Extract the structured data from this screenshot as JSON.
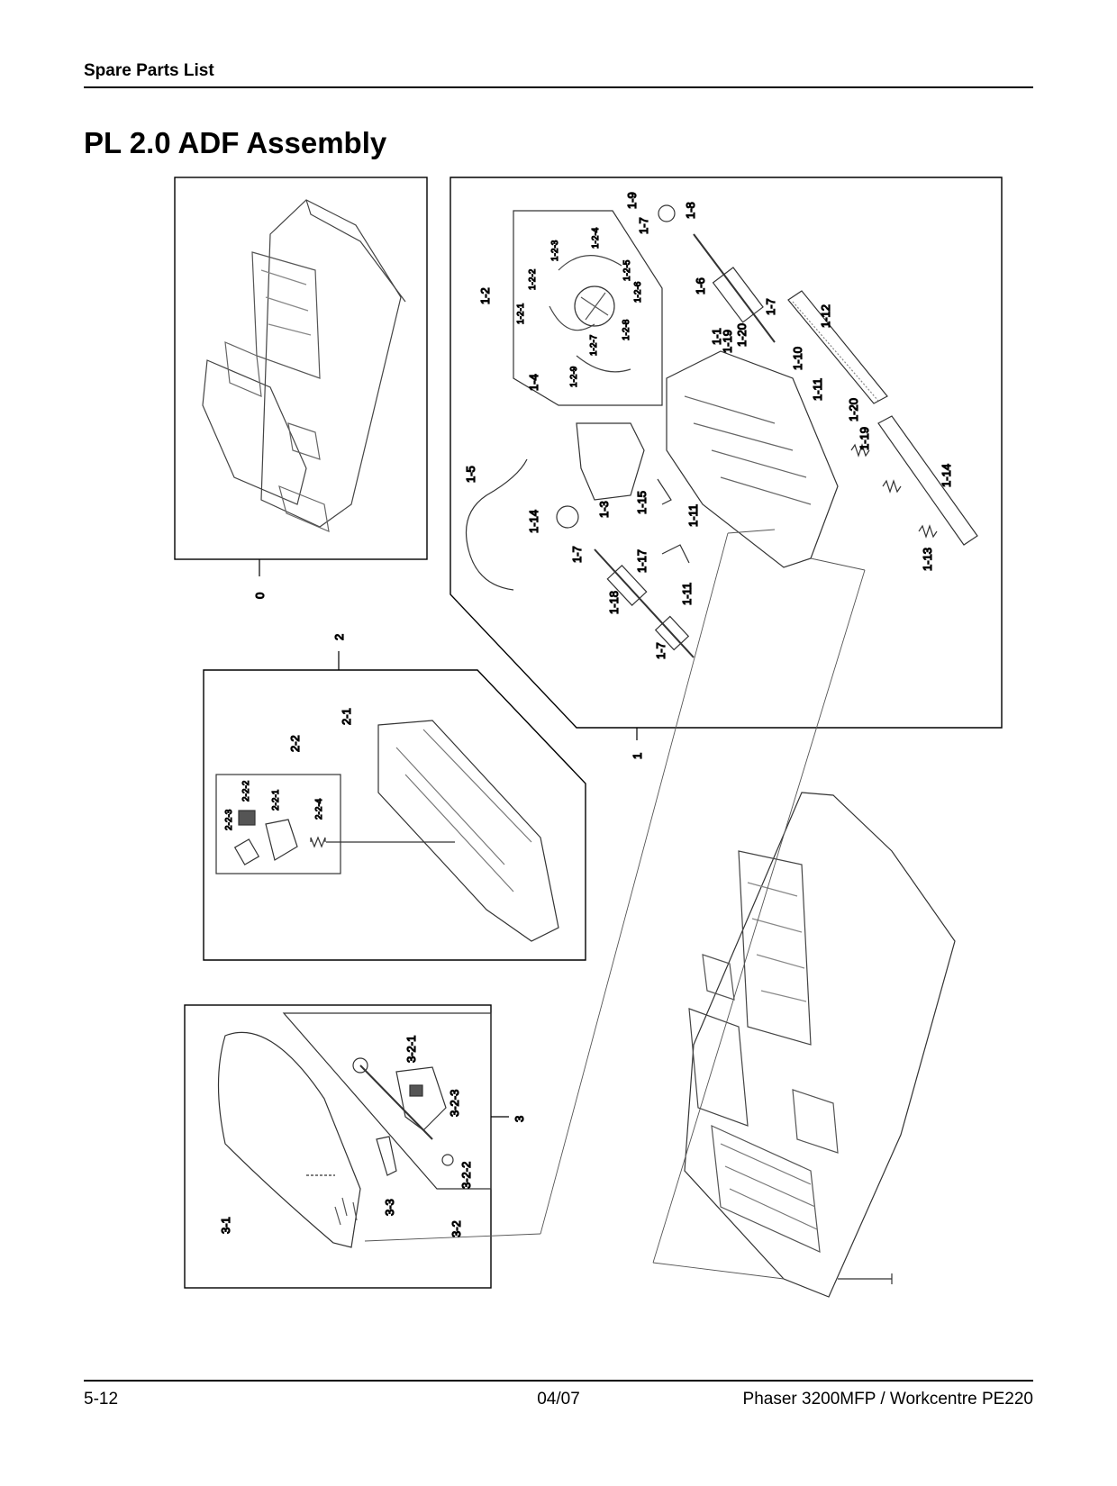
{
  "header": {
    "section": "Spare Parts List",
    "title": "PL 2.0 ADF Assembly"
  },
  "callouts": {
    "c0": "0",
    "c1": "1",
    "c1_2": "1-2",
    "c1_2_1": "1-2-1",
    "c1_2_2": "1-2-2",
    "c1_2_3": "1-2-3",
    "c1_2_4": "1-2-4",
    "c1_2_5": "1-2-5",
    "c1_2_6": "1-2-6",
    "c1_2_7": "1-2-7",
    "c1_2_8": "1-2-8",
    "c1_2_9": "1-2-9",
    "c1_3": "1-3",
    "c1_4": "1-4",
    "c1_5": "1-5",
    "c1_6": "1-6",
    "c1_7a": "1-7",
    "c1_7b": "1-7",
    "c1_7c": "1-7",
    "c1_7d": "1-7",
    "c1_8": "1-8",
    "c1_9": "1-9",
    "c1_1": "1-1",
    "c1_10": "1-10",
    "c1_11a": "1-11",
    "c1_11b": "1-11",
    "c1_11c": "1-11",
    "c1_12": "1-12",
    "c1_13": "1-13",
    "c1_14a": "1-14",
    "c1_14b": "1-14",
    "c1_15": "1-15",
    "c1_17": "1-17",
    "c1_18": "1-18",
    "c1_19a": "1-19",
    "c1_19b": "1-19",
    "c1_20a": "1-20",
    "c1_20b": "1-20",
    "c2": "2",
    "c2_1": "2-1",
    "c2_2": "2-2",
    "c2_2_1": "2-2-1",
    "c2_2_2": "2-2-2",
    "c2_2_3": "2-2-3",
    "c2_2_4": "2-2-4",
    "c3": "3",
    "c3_1": "3-1",
    "c3_2": "3-2",
    "c3_2_1": "3-2-1",
    "c3_2_2": "3-2-2",
    "c3_2_3": "3-2-3",
    "c3_3": "3-3"
  },
  "footer": {
    "page": "5-12",
    "date": "04/07",
    "product": "Phaser 3200MFP / Workcentre PE220"
  }
}
